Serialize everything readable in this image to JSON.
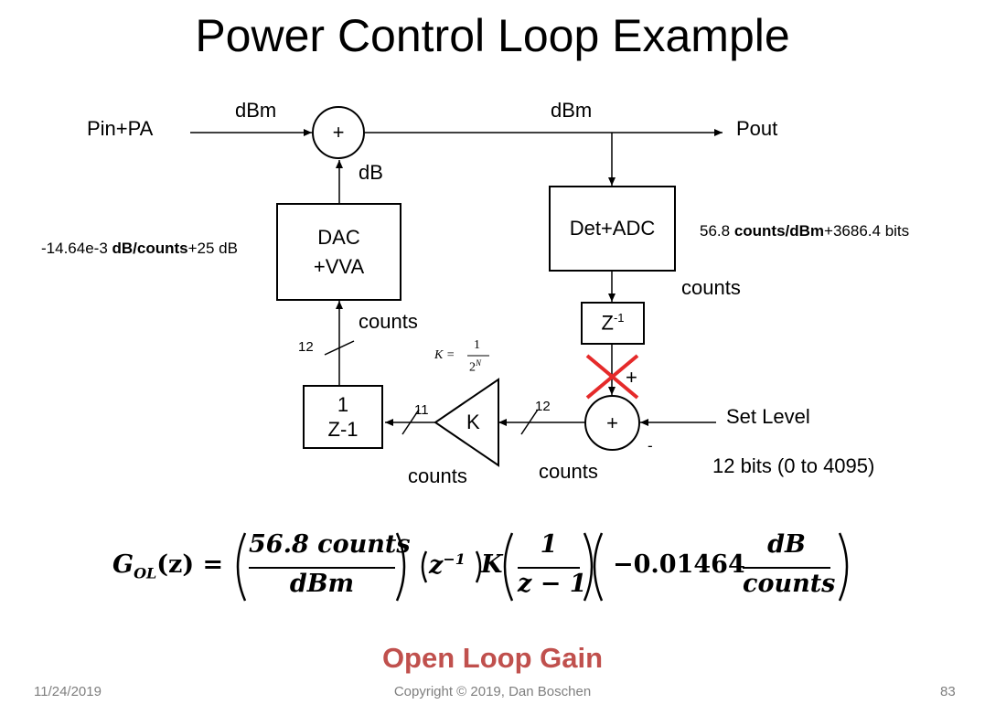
{
  "title": "Power Control Loop Example",
  "diagram": {
    "pin_label": "Pin+PA",
    "pout_label": "Pout",
    "dbm_left": "dBm",
    "dbm_right": "dBm",
    "db_label": "dB",
    "sum_top_symbol": "+",
    "sum_bottom_symbol": "+",
    "sum_plus_sign": "+",
    "sum_minus_sign": "-",
    "dac_line1": "DAC",
    "dac_line2": "+VVA",
    "dac_gain": "-14.64e-3 ",
    "dac_gain_bold": "dB/counts",
    "dac_gain_tail": "+25 dB",
    "det_label": "Det+ADC",
    "det_gain": "56.8 ",
    "det_gain_bold": "counts/dBm",
    "det_gain_tail": "+3686.4 bits",
    "counts_det": "counts",
    "delay_label": "Z",
    "delay_exp": "-1",
    "counts_dac": "counts",
    "bus_12_dac": "12",
    "k_formula_lhs": "K =",
    "k_formula_num": "1",
    "k_formula_den": "2",
    "k_formula_den_exp": "N",
    "k_label": "K",
    "bus_11": "11",
    "bus_12_k": "12",
    "integ_num": "1",
    "integ_den": "Z-1",
    "counts_k": "counts",
    "counts_sum": "counts",
    "set_level": "Set Level",
    "set_level_bits": "12 bits (0 to 4095)"
  },
  "equation": {
    "lhs": "G",
    "lhs_sub": "OL",
    "lhs_arg": "(z) =",
    "t1_num": "56.8 counts",
    "t1_den": "dBm",
    "t2": "z",
    "t2_exp": "−1",
    "t3": "K",
    "t4_num": "1",
    "t4_den": "z − 1",
    "t5_coef": "−0.01464",
    "t5_num": "dB",
    "t5_den": "counts"
  },
  "caption": "Open Loop Gain",
  "footer": {
    "date": "11/24/2019",
    "copyright": "Copyright © 2019, Dan Boschen",
    "page": "83"
  },
  "colors": {
    "caption": "#c0504d",
    "cross": "#e52a2a",
    "footer": "#7f7f7f"
  }
}
